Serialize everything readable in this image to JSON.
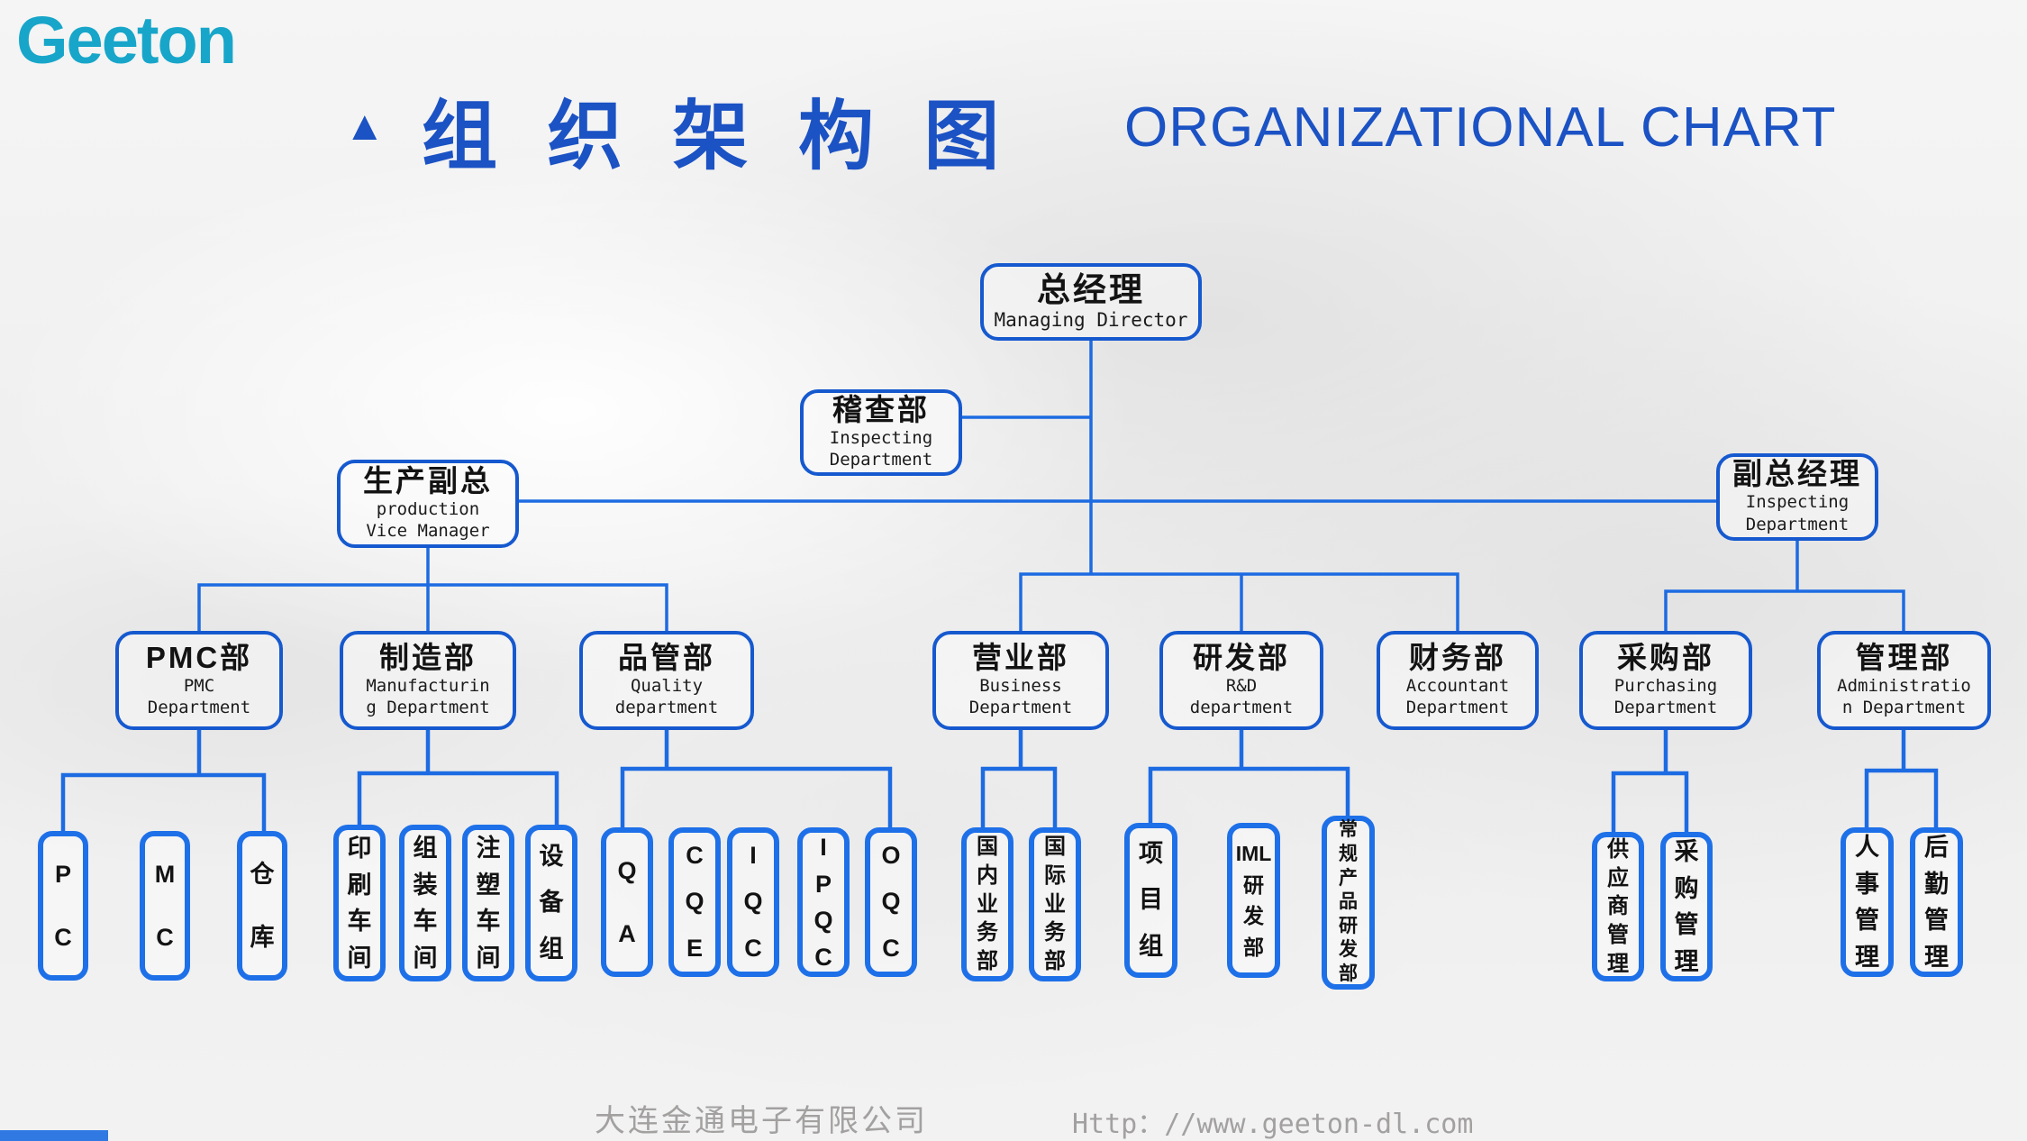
{
  "brand": {
    "logo": "Geeton"
  },
  "header": {
    "bullet": "▲",
    "title_zh": "组 织 架 构 图",
    "title_en": "ORGANIZATIONAL CHART"
  },
  "palette": {
    "logo_teal": "#17a6c9",
    "title_blue": "#1b52c4",
    "node_border_blue": "#1659cf",
    "leaf_border_blue": "#1e70e8",
    "connector_blue": "#1d6be2",
    "footer_gray": "#a3a0a0"
  },
  "org": {
    "root": {
      "zh": "总经理",
      "en": "Managing Director"
    },
    "inspecting": {
      "zh": "稽查部",
      "en": "Inspecting\nDepartment"
    },
    "vice_left": {
      "zh": "生产副总",
      "en": "production\nVice Manager"
    },
    "vice_right": {
      "zh": "副总经理",
      "en": "Inspecting\nDepartment"
    },
    "departments": [
      {
        "zh": "PMC部",
        "en": "PMC\nDepartment"
      },
      {
        "zh": "制造部",
        "en": "Manufacturin\ng Department"
      },
      {
        "zh": "品管部",
        "en": "Quality\ndepartment"
      },
      {
        "zh": "营业部",
        "en": "Business\nDepartment"
      },
      {
        "zh": "研发部",
        "en": "R&D\ndepartment"
      },
      {
        "zh": "财务部",
        "en": "Accountant\nDepartment"
      },
      {
        "zh": "采购部",
        "en": "Purchasing\nDepartment"
      },
      {
        "zh": "管理部",
        "en": "Administratio\nn Department"
      }
    ],
    "teams": [
      {
        "label": "P\nC"
      },
      {
        "label": "M\nC"
      },
      {
        "label": "仓\n库"
      },
      {
        "label": "印\n刷\n车\n间"
      },
      {
        "label": "组\n装\n车\n间"
      },
      {
        "label": "注\n塑\n车\n间"
      },
      {
        "label": "设\n备\n组"
      },
      {
        "label": "Q\nA"
      },
      {
        "label": "C\nQ\nE"
      },
      {
        "label": "I\nQ\nC"
      },
      {
        "label": "I\nP\nQ\nC"
      },
      {
        "label": "O\nQ\nC"
      },
      {
        "label": "国\n内\n业\n务\n部"
      },
      {
        "label": "国\n际\n业\n务\n部"
      },
      {
        "label": "项\n目\n组"
      },
      {
        "label": "IML\n研\n发\n部"
      },
      {
        "label": "常\n规\n产\n品\n研\n发\n部"
      },
      {
        "label": "供\n应\n商\n管\n理"
      },
      {
        "label": "采\n购\n管\n理"
      },
      {
        "label": "人\n事\n管\n理"
      },
      {
        "label": "后\n勤\n管\n理"
      }
    ]
  },
  "footer": {
    "company": "大连金通电子有限公司",
    "url": "Http：//www.geeton-dl.com"
  }
}
